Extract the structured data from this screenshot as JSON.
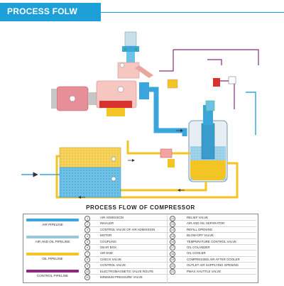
{
  "header": {
    "title": "PROCESS FOLW"
  },
  "legend": {
    "title": "PROCESS FLOW OF COMPRESSOR",
    "pipelines": [
      {
        "label": "AIR PIPELINE",
        "color": "#3aa6dc"
      },
      {
        "label": "AIR AND OIL PIPELINE",
        "color": "#9cc7d8"
      },
      {
        "label": "OIL PIPELINE",
        "color": "#f2c424"
      },
      {
        "label": "CONTROL PIPELINE",
        "color": "#8b2a7a"
      }
    ],
    "left_items": [
      {
        "num": "1",
        "label": "AIR ADMISSION"
      },
      {
        "num": "2",
        "label": "INHALER"
      },
      {
        "num": "3",
        "label": "CONTROL VALVE OF AIR ADMISSION"
      },
      {
        "num": "4",
        "label": "MOTOR"
      },
      {
        "num": "5",
        "label": "COUPLING"
      },
      {
        "num": "6",
        "label": "GEAR BOX"
      },
      {
        "num": "7",
        "label": "AIR END"
      },
      {
        "num": "8",
        "label": "CHECK VALVE"
      },
      {
        "num": "9",
        "label": "CONTROL VALVE"
      },
      {
        "num": "10",
        "label": "ELECTROMAGNETIC VALVE ROUTE"
      },
      {
        "num": "11",
        "label": "MINIMUM PRESSURE VALVE"
      }
    ],
    "right_items": [
      {
        "num": "12",
        "label": "RELIEF VALVE"
      },
      {
        "num": "13",
        "label": "AIR AND OIL SEPARATOR"
      },
      {
        "num": "14",
        "label": "REFILL OPENING"
      },
      {
        "num": "15",
        "label": "BLOW-OFF VALVE"
      },
      {
        "num": "16",
        "label": "TEMPERATURE CONTROL VALVE"
      },
      {
        "num": "17",
        "label": "OIL COLANDER"
      },
      {
        "num": "18",
        "label": "OIL COOLER"
      },
      {
        "num": "19",
        "label": "COMPRESSED AIR AFTER COOLER"
      },
      {
        "num": "20",
        "label": "OUTLET AIR SUPPLYING OPENING"
      },
      {
        "num": "21",
        "label": "PMAX AHUTTLE VALVE"
      }
    ]
  },
  "colors": {
    "header": "#1d9fd8",
    "air": "#3aa6dc",
    "air_oil": "#9cc7d8",
    "oil": "#f2c424",
    "control": "#8b2a7a",
    "motor": "#e78f98",
    "air_end": "#f6c6c0",
    "red_accent": "#d8322e"
  }
}
